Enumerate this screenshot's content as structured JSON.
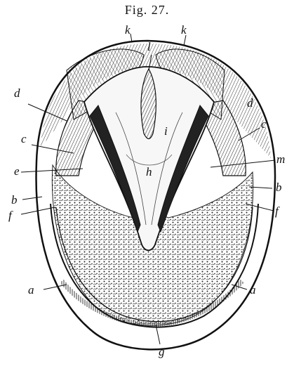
{
  "figure": {
    "title": "Fig. 27."
  },
  "labels": {
    "a_left": "a",
    "a_right": "a",
    "b_left": "b",
    "b_right": "b",
    "c_left": "c",
    "c_right": "c",
    "d_left": "d",
    "d_right": "d",
    "e_left": "e",
    "f_left": "f",
    "f_right": "f",
    "g_bottom": "g",
    "h_center": "h",
    "i_center": "i",
    "k_left": "k",
    "k_right": "k",
    "l_top": "l",
    "m_right": "m"
  }
}
